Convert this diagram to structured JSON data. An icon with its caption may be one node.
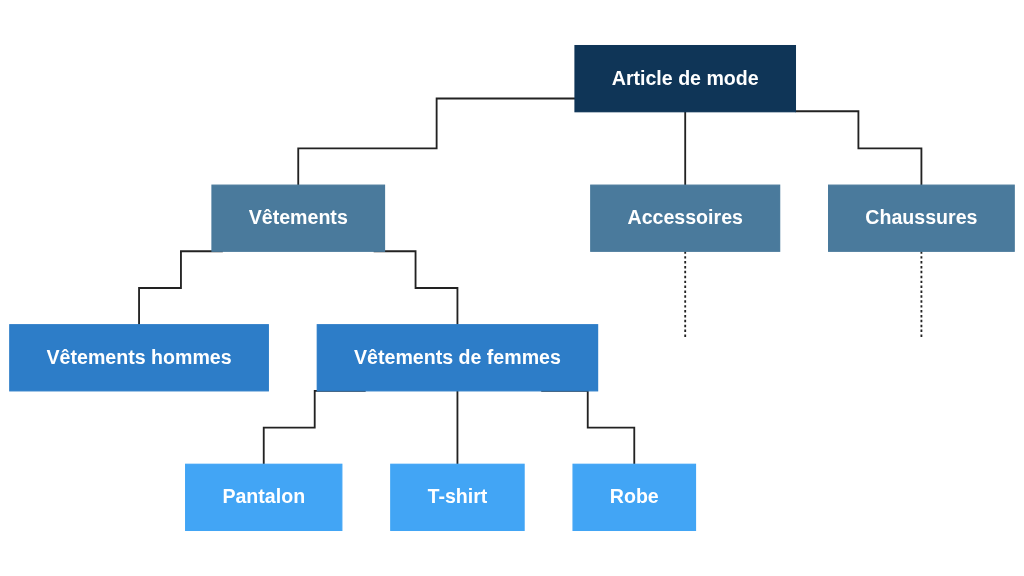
{
  "diagram": {
    "nodes": [
      {
        "text": [
          "Article de mode"
        ]
      },
      {
        "text": [
          "Accessoires"
        ]
      },
      {
        "text": [
          "Chaussures"
        ]
      },
      {
        "text": [
          "Vêtements"
        ]
      },
      {
        "text": [
          "Vêtements hommes"
        ]
      },
      {
        "text": [
          "Vêtements de femmes"
        ]
      },
      {
        "text": [
          "Pantalon"
        ]
      },
      {
        "text": [
          "T-shirt"
        ]
      },
      {
        "text": [
          "Robe"
        ]
      }
    ],
    "edges": [
      {
        "from": 0,
        "to": 1,
        "arrow": "none"
      },
      {
        "from": 0,
        "to": 2,
        "arrow": "none"
      },
      {
        "from": 0,
        "to": 3,
        "arrow": "none"
      },
      {
        "from": 1,
        "to": null,
        "arrow": "none",
        "style": "dashed"
      },
      {
        "from": 2,
        "to": null,
        "arrow": "none",
        "style": "dashed"
      },
      {
        "from": 3,
        "to": 4,
        "arrow": "none"
      },
      {
        "from": 3,
        "to": 5,
        "arrow": "none"
      },
      {
        "from": 5,
        "to": 6,
        "arrow": "none"
      },
      {
        "from": 5,
        "to": 7,
        "arrow": "none"
      },
      {
        "from": 5,
        "to": 8,
        "arrow": "none"
      }
    ]
  }
}
